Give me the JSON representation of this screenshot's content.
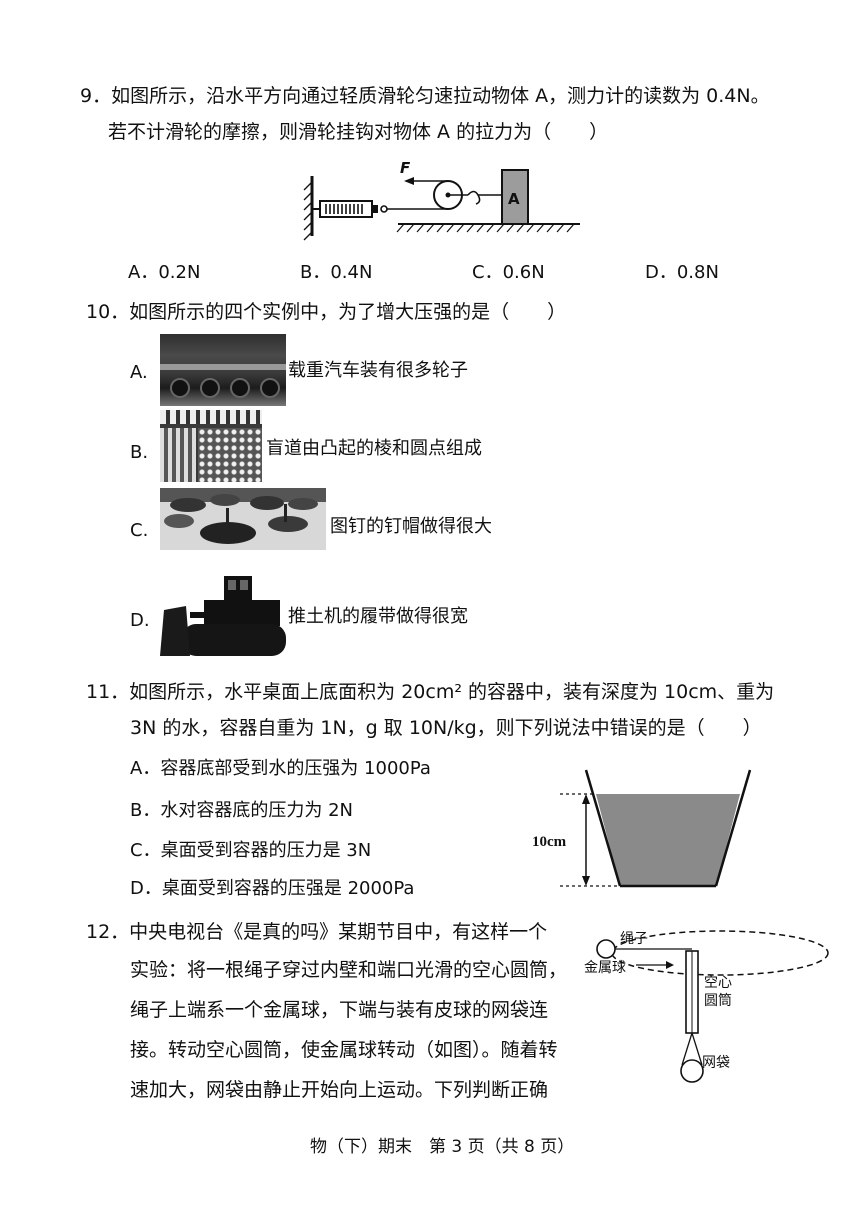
{
  "q9": {
    "line1": "9．如图所示，沿水平方向通过轻质滑轮匀速拉动物体 A，测力计的读数为 0.4N。",
    "line2": "若不计滑轮的摩擦，则滑轮挂钩对物体 A 的拉力为（　　）",
    "fig_force": "F",
    "fig_block": "A",
    "options": [
      "A．0.2N",
      "B．0.4N",
      "C．0.6N",
      "D．0.8N"
    ]
  },
  "q10": {
    "stem": "10．如图所示的四个实例中，为了增大压强的是（　　）",
    "options": [
      {
        "letter": "A.",
        "text": "载重汽车装有很多轮子"
      },
      {
        "letter": "B.",
        "text": "盲道由凸起的棱和圆点组成"
      },
      {
        "letter": "C.",
        "text": "图钉的钉帽做得很大"
      },
      {
        "letter": "D.",
        "text": "推土机的履带做得很宽"
      }
    ]
  },
  "q11": {
    "line1": "11．如图所示，水平桌面上底面积为 20cm² 的容器中，装有深度为 10cm、重为",
    "line2": "3N 的水，容器自重为 1N，g 取 10N/kg，则下列说法中错误的是（　　）",
    "options": [
      "A．容器底部受到水的压强为 1000Pa",
      "B．水对容器底的压力为 2N",
      "C．桌面受到容器的压力是 3N",
      "D．桌面受到容器的压强是 2000Pa"
    ],
    "fig_depth": "10cm"
  },
  "q12": {
    "lines": [
      "12．中央电视台《是真的吗》某期节目中，有这样一个",
      "实验：将一根绳子穿过内壁和端口光滑的空心圆筒，",
      "绳子上端系一个金属球，下端与装有皮球的网袋连",
      "接。转动空心圆筒，使金属球转动（如图）。随着转",
      "速加大，网袋由静止开始向上运动。下列判断正确"
    ],
    "fig_rope": "绳子",
    "fig_ball": "金属球",
    "fig_tube_1": "空心",
    "fig_tube_2": "圆筒",
    "fig_bag": "网袋"
  },
  "footer": "物（下）期末　第 3 页（共 8 页）"
}
